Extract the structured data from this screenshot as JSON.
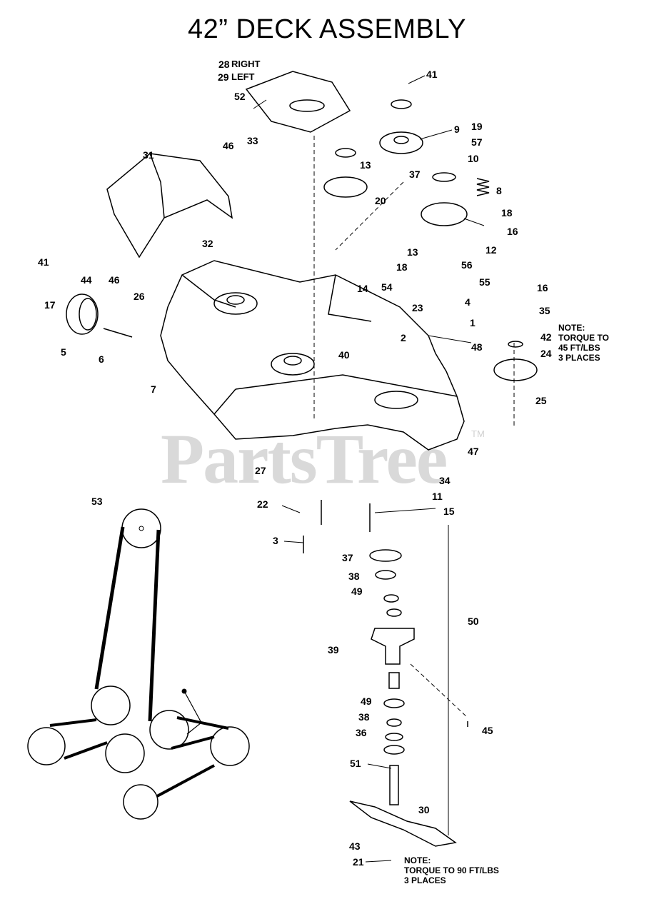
{
  "title": "42” DECK ASSEMBLY",
  "watermark": {
    "text": "PartsTree",
    "tm": "TM"
  },
  "annotations": {
    "right_label": "RIGHT",
    "left_label": "LEFT"
  },
  "notes": {
    "torque_45": [
      "NOTE:",
      "TORQUE TO",
      "45 FT/LBS",
      "3 PLACES"
    ],
    "torque_90": [
      "NOTE:",
      "TORQUE TO 90 FT/LBS",
      "3 PLACES"
    ]
  },
  "callouts": [
    "28",
    "29",
    "52",
    "41",
    "9",
    "19",
    "57",
    "10",
    "8",
    "18",
    "16",
    "12",
    "13",
    "13",
    "20",
    "37",
    "33",
    "46",
    "31",
    "32",
    "26",
    "44",
    "46",
    "41",
    "17",
    "5",
    "6",
    "7",
    "18",
    "56",
    "55",
    "54",
    "14",
    "4",
    "1",
    "23",
    "2",
    "40",
    "16",
    "35",
    "42",
    "24",
    "48",
    "25",
    "47",
    "34",
    "27",
    "11",
    "15",
    "22",
    "3",
    "37",
    "38",
    "49",
    "50",
    "39",
    "49",
    "38",
    "36",
    "45",
    "51",
    "30",
    "43",
    "21",
    "53"
  ]
}
